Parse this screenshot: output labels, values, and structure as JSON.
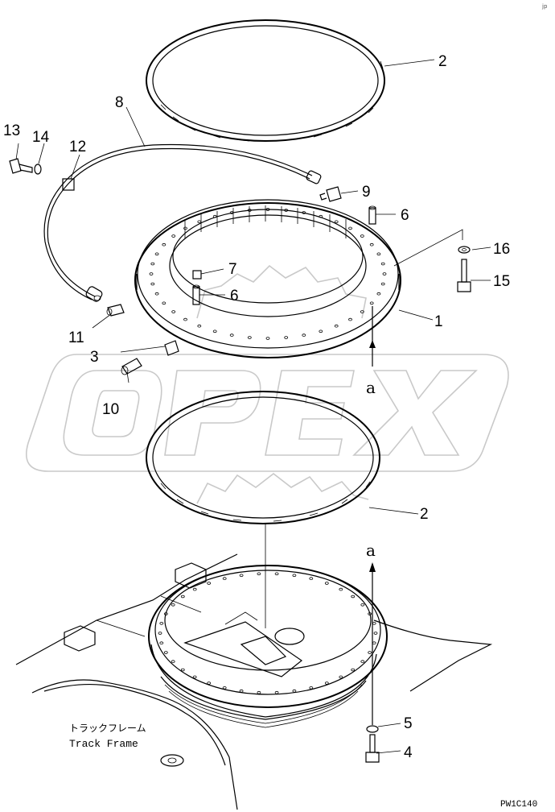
{
  "corner_mark": "jp",
  "drawing_code": "PW1C140",
  "watermark": "OPEX",
  "frame_label": {
    "japanese": "トラックフレーム",
    "english": "Track Frame"
  },
  "view_arrow_label": "a",
  "callouts": {
    "c1": "1",
    "c2a": "2",
    "c2b": "2",
    "c3": "3",
    "c4": "4",
    "c5": "5",
    "c6a": "6",
    "c6b": "6",
    "c7": "7",
    "c8": "8",
    "c9": "9",
    "c10": "10",
    "c11": "11",
    "c12": "12",
    "c13": "13",
    "c14": "14",
    "c15": "15",
    "c16": "16"
  }
}
